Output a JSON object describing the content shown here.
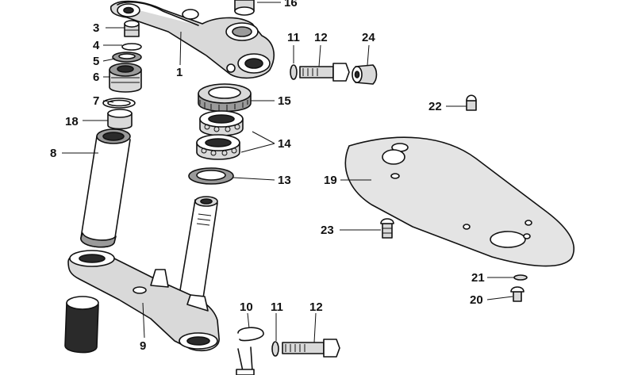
{
  "labels": {
    "p1": "1",
    "p3": "3",
    "p4": "4",
    "p5": "5",
    "p6": "6",
    "p7": "7",
    "p8": "8",
    "p9": "9",
    "p10": "10",
    "p11a": "11",
    "p11b": "11",
    "p12a": "12",
    "p12b": "12",
    "p13": "13",
    "p14": "14",
    "p15": "15",
    "p16": "16",
    "p18": "18",
    "p19": "19",
    "p20": "20",
    "p21": "21",
    "p22": "22",
    "p23": "23",
    "p24": "24"
  }
}
